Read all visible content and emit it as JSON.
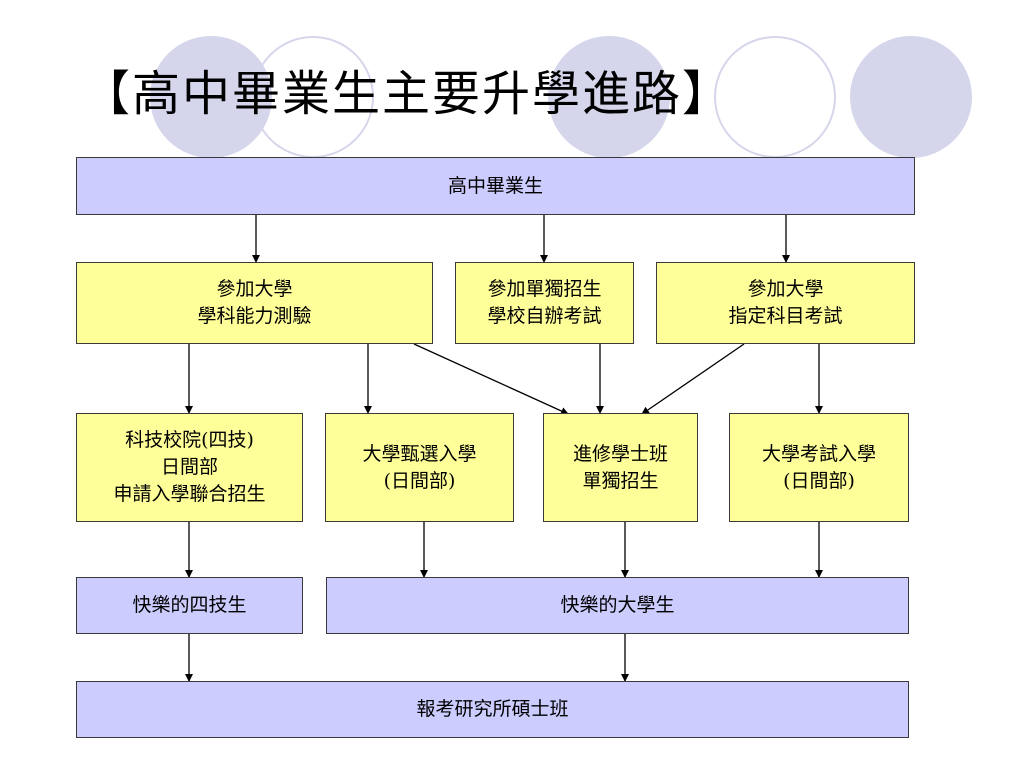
{
  "title": "【高中畢業生主要升學進路】",
  "colors": {
    "background": "#ffffff",
    "decor_circle": "#d5d6ec",
    "blue_box": "#ccccff",
    "yellow_box": "#ffff99",
    "border": "#3a3a3a"
  },
  "nodes": {
    "top": "高中畢業生",
    "exam_gsat": "參加大學\n學科能力測驗",
    "exam_independent": "參加單獨招生\n學校自辦考試",
    "exam_ast": "參加大學\n指定科目考試",
    "tech_university": "科技校院(四技)\n日間部\n申請入學聯合招生",
    "star_selection": "大學甄選入學\n(日間部)",
    "continuing_bachelor": "進修學士班\n單獨招生",
    "exam_admission": "大學考試入學\n(日間部)",
    "happy_tech_student": "快樂的四技生",
    "happy_university_student": "快樂的大學生",
    "graduate_school": "報考研究所碩士班"
  }
}
